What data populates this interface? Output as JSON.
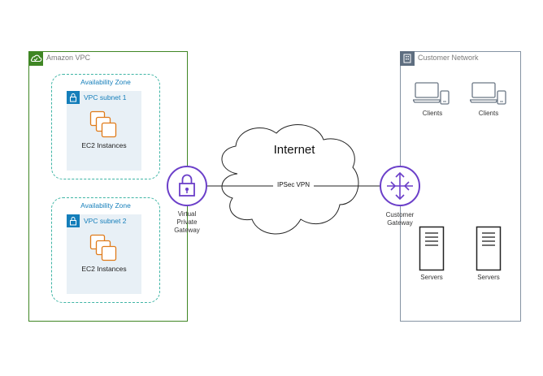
{
  "vpc": {
    "label": "Amazon VPC"
  },
  "zones": [
    {
      "az_label": "Availability Zone",
      "subnet_label": "VPC subnet 1",
      "instances_label": "EC2 Instances"
    },
    {
      "az_label": "Availability Zone",
      "subnet_label": "VPC subnet 2",
      "instances_label": "EC2 Instances"
    }
  ],
  "vpg": {
    "label_line1": "Virtual",
    "label_line2": "Private",
    "label_line3": "Gateway"
  },
  "internet": {
    "label": "Internet"
  },
  "connection": {
    "label": "IPSec VPN"
  },
  "customer_gateway": {
    "label_line1": "Customer",
    "label_line2": "Gateway"
  },
  "customer_network": {
    "label": "Customer Network",
    "clients": [
      "Clients",
      "Clients"
    ],
    "servers": [
      "Servers",
      "Servers"
    ]
  },
  "colors": {
    "vpc_border": "#3f8624",
    "az_border": "#3fb5a5",
    "subnet_fill": "#e8f0f6",
    "subnet_accent": "#147eba",
    "ec2_orange": "#e07b1a",
    "gateway_purple": "#6b3fc9",
    "network_border": "#8593a3"
  }
}
